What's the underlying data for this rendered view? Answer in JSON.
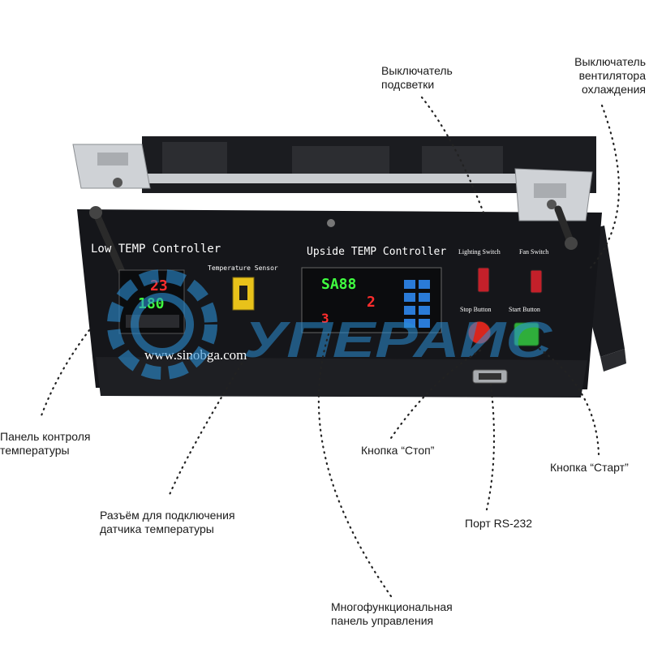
{
  "device": {
    "panel_titles": {
      "lower": "Low TEMP Controller",
      "upper": "Upside TEMP Controller",
      "sensor": "Temperature Sensor"
    },
    "website": "www.sinobga.com",
    "small_labels": {
      "lighting_switch": "Lighting Switch",
      "fan_switch": "Fan Switch",
      "stop_button": "Stop Button",
      "start_button": "Start Button"
    },
    "lower_display": {
      "pv": "23",
      "sv": "180"
    },
    "upper_display": {
      "row1": "SA88",
      "row2": "2",
      "row3": "3"
    }
  },
  "watermark": {
    "text": "УПЕРАИС"
  },
  "callouts": {
    "lighting_switch": "Выключатель\nподсветки",
    "fan_switch": "Выключатель\nвентилятора\nохлаждения",
    "temp_control_panel": "Панель контроля\nтемпературы",
    "sensor_connector": "Разъём для подключения\nдатчика температуры",
    "stop_button": "Кнопка “Стоп”",
    "start_button": "Кнопка “Старт”",
    "rs232_port": "Порт RS-232",
    "multifunction_panel": "Многофункциональная\nпанель управления"
  },
  "colors": {
    "panel": "#15161a",
    "frame": "#222327",
    "metal": "#c9ccd0",
    "seg_red": "#ff2d2d",
    "seg_green": "#40ff40",
    "button_blue": "#2a7bd8",
    "stop_red": "#d8261d",
    "start_green": "#2fae3b",
    "switch_red": "#c4202a",
    "watermark": "#2b8fd4",
    "dots": "#222222"
  }
}
